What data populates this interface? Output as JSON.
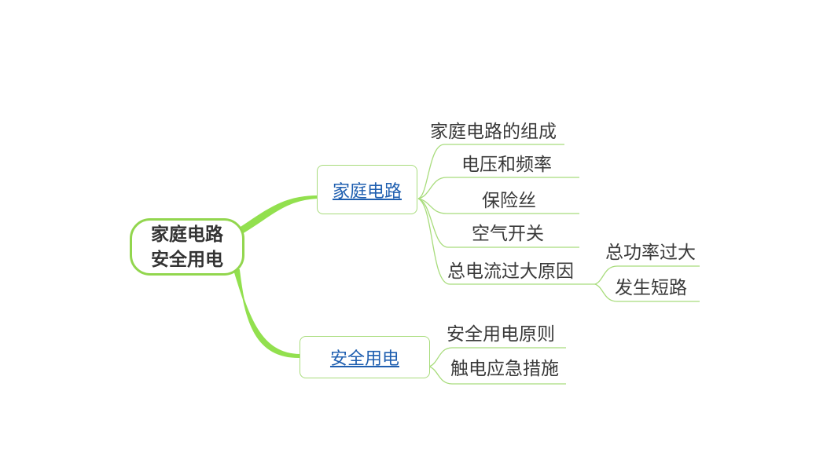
{
  "root": {
    "line1": "家庭电路",
    "line2": "安全用电"
  },
  "branches": [
    {
      "label": "家庭电路",
      "children": [
        "家庭电路的组成",
        "电压和频率",
        "保险丝",
        "空气开关",
        "总电流过大原因"
      ],
      "sub": [
        "总功率过大",
        "发生短路"
      ]
    },
    {
      "label": "安全用电",
      "children": [
        "安全用电原则",
        "触电应急措施"
      ]
    }
  ],
  "colors": {
    "main_line": "#92e04e",
    "thin_line": "#a8dc7c",
    "link": "#1f5fb0"
  }
}
